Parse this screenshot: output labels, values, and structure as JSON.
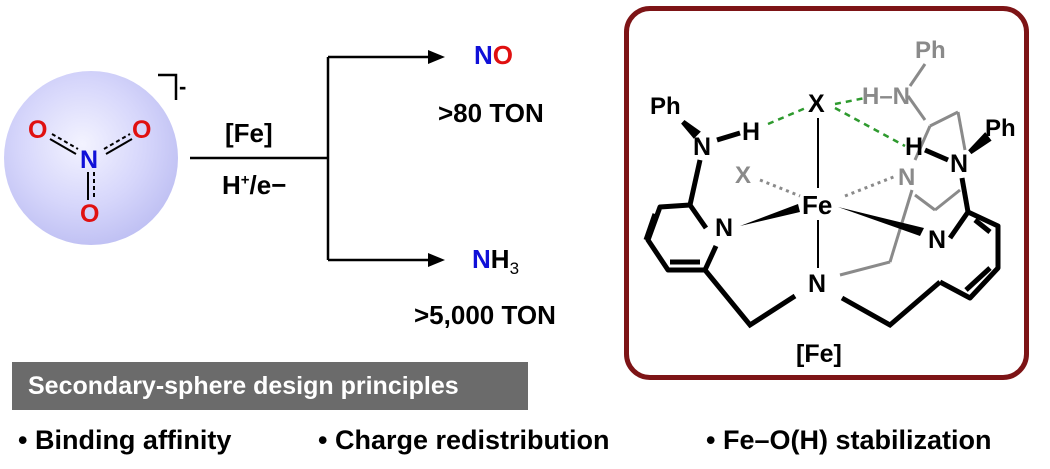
{
  "nitrate": {
    "charge": "-",
    "atom_n": "N",
    "atom_o": "O",
    "color_n": "#1010d8",
    "color_o": "#e01010"
  },
  "reaction": {
    "catalyst": "[Fe]",
    "reagents_main": "H",
    "reagents_sup": "+",
    "reagents_rest": "/e−"
  },
  "product_no": {
    "n": "N",
    "o": "O",
    "ton": ">80 TON"
  },
  "product_nh3": {
    "n": "N",
    "h": "H",
    "sub": "3",
    "ton": ">5,000 TON"
  },
  "banner": {
    "text": "Secondary-sphere design principles"
  },
  "bullets": [
    {
      "text": "• Binding affinity"
    },
    {
      "text": "• Charge redistribution"
    },
    {
      "text": "• Fe–O(H) stabilization"
    }
  ],
  "complex": {
    "label": "[Fe]",
    "ph": "Ph",
    "x": "X",
    "fe": "Fe",
    "n": "N",
    "h": "H",
    "hn": "H–N",
    "frame_color": "#7d1416",
    "hbond_color": "#2e9a2e",
    "gray_color": "#8a8a8a"
  }
}
